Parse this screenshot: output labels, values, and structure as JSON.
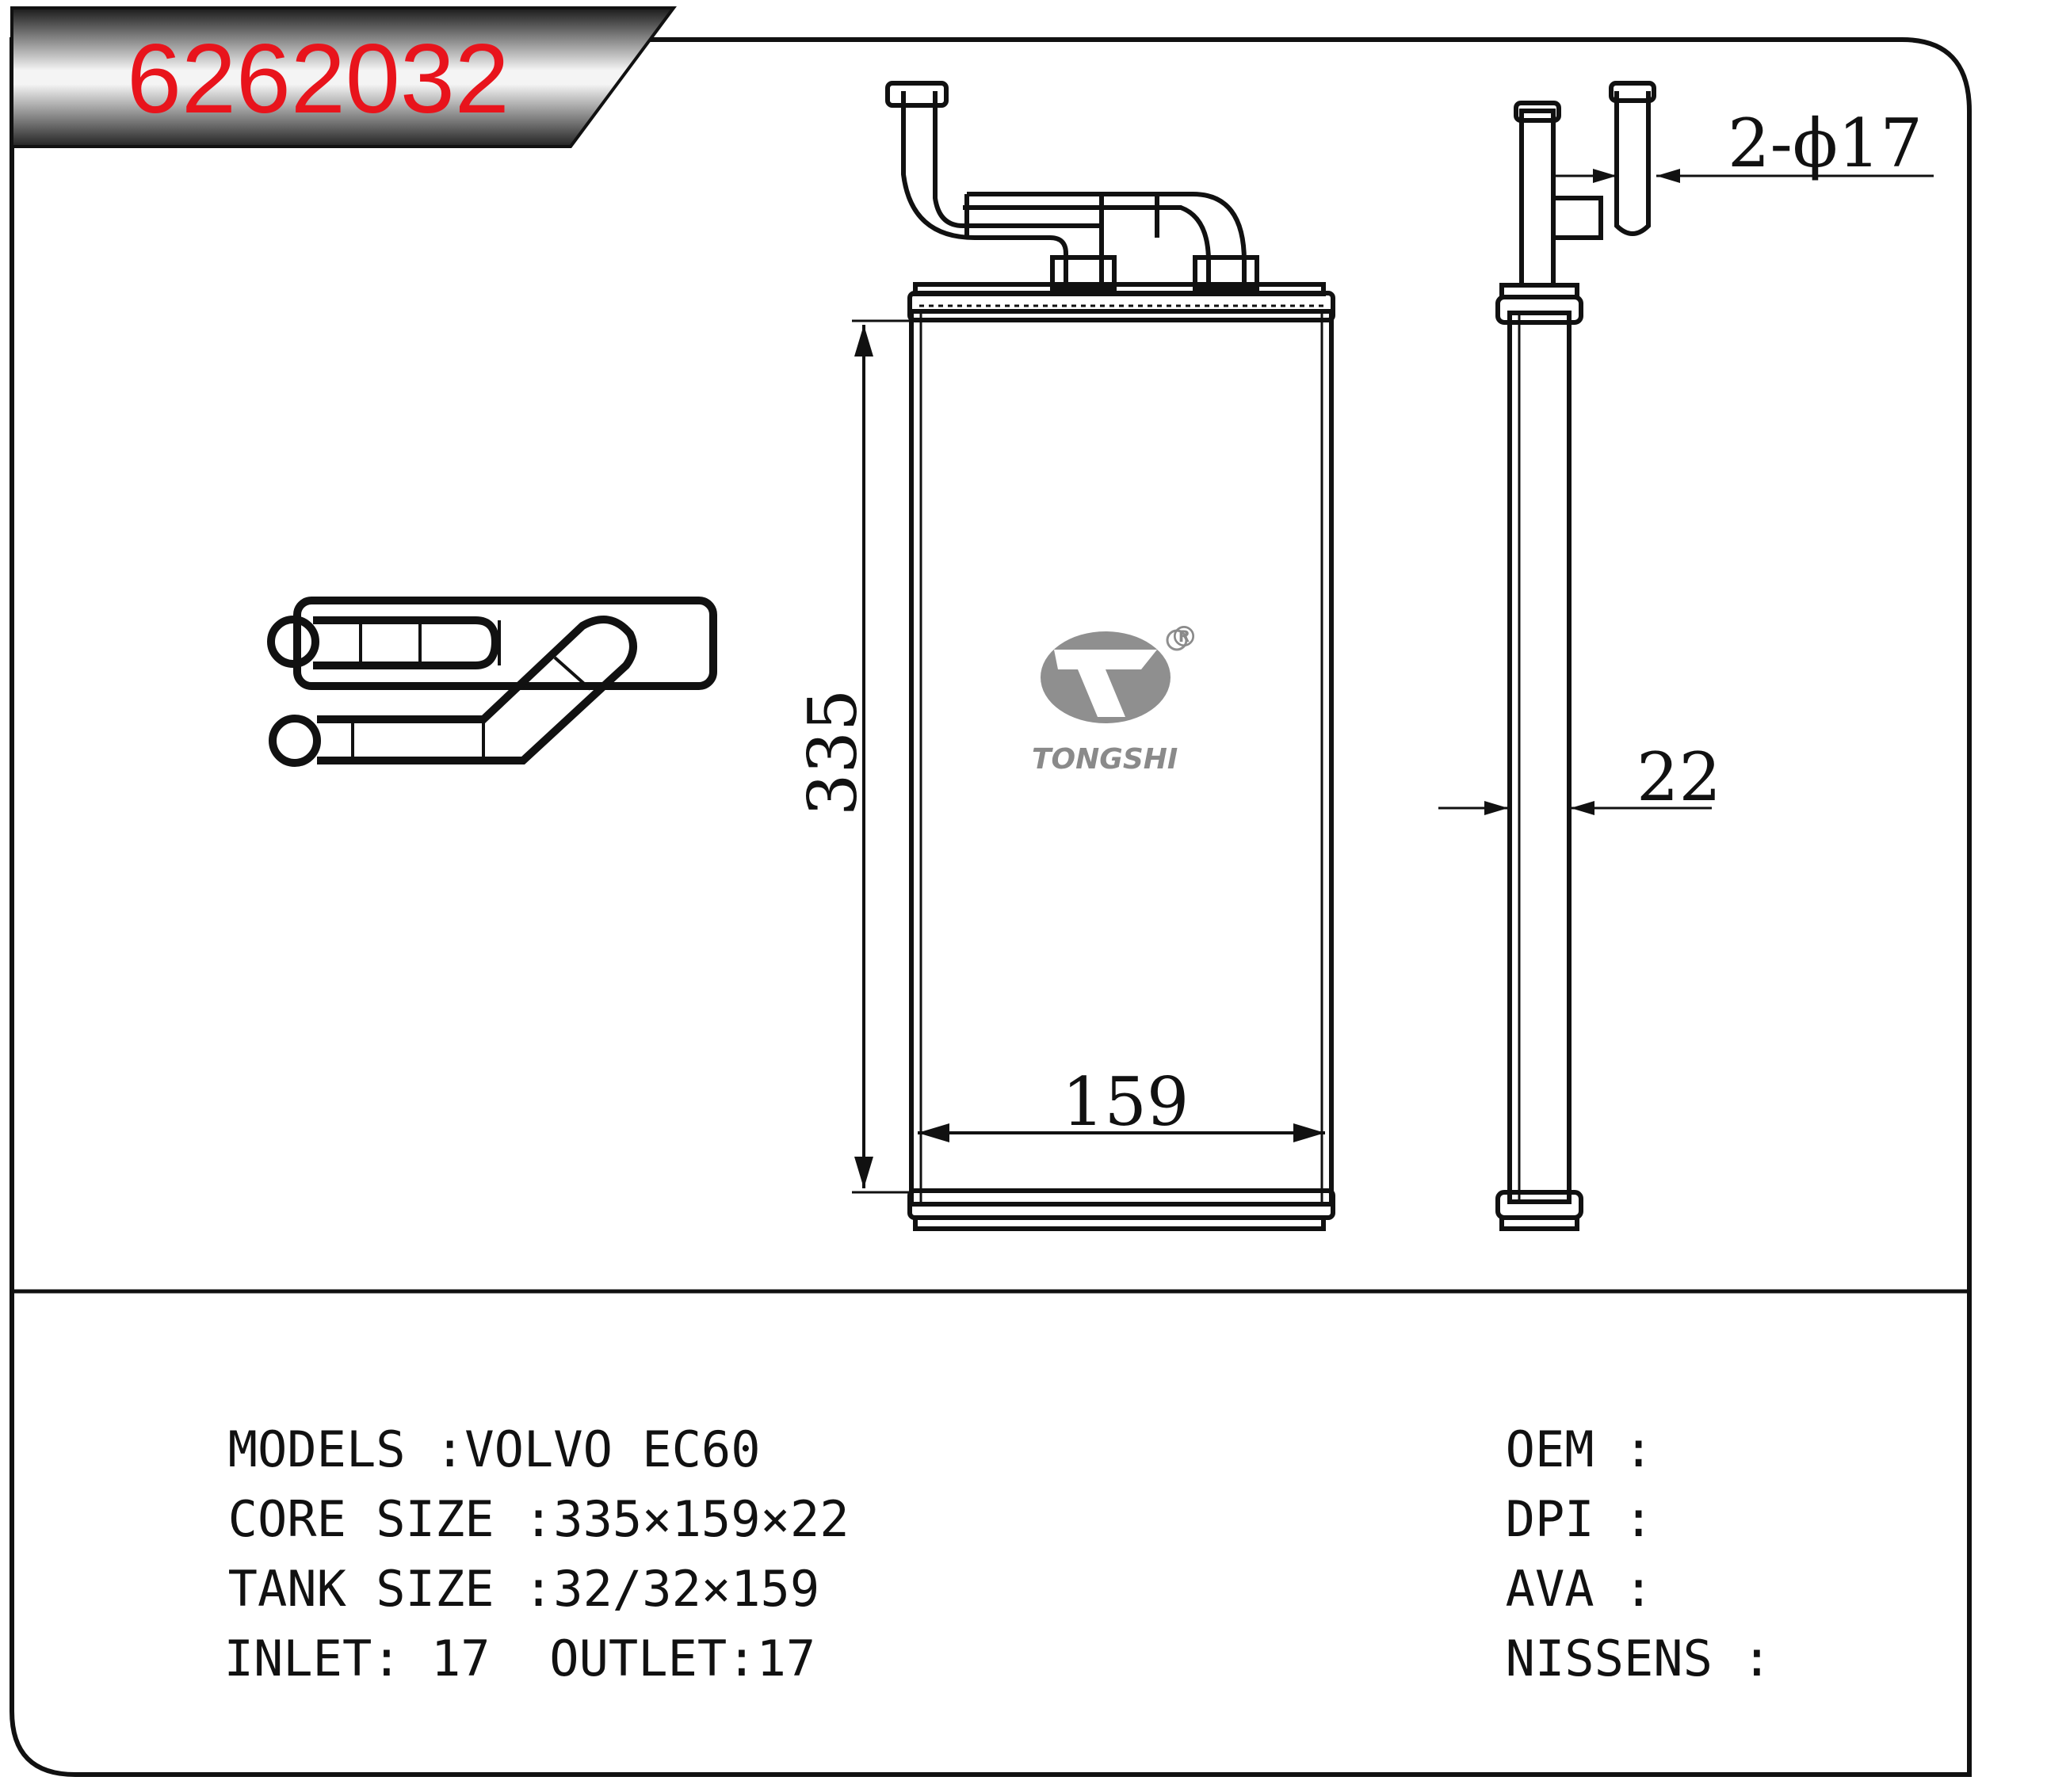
{
  "part_number": "6262032",
  "brand": {
    "logo_text": "TONGSHI",
    "registered_mark": "®"
  },
  "dimensions": {
    "height": "335",
    "width": "159",
    "depth": "22",
    "pipe": "2-ϕ17"
  },
  "specs_left": [
    {
      "label": "MODELS",
      "sep": " :",
      "value": "VOLVO EC60"
    },
    {
      "label": "CORE SIZE",
      "sep": " :",
      "value": "335×159×22"
    },
    {
      "label": "TANK SIZE",
      "sep": " :",
      "value": "32/32×159"
    },
    {
      "label": "INLET",
      "sep": ": ",
      "value": "17"
    },
    {
      "label": "OUTLET",
      "sep": ":",
      "value": "17"
    }
  ],
  "specs_right": [
    {
      "label": "OEM",
      "sep": " :",
      "value": ""
    },
    {
      "label": "DPI",
      "sep": " :",
      "value": ""
    },
    {
      "label": "AVA",
      "sep": " :",
      "value": ""
    },
    {
      "label": "NISSENS",
      "sep": " :",
      "value": ""
    }
  ]
}
